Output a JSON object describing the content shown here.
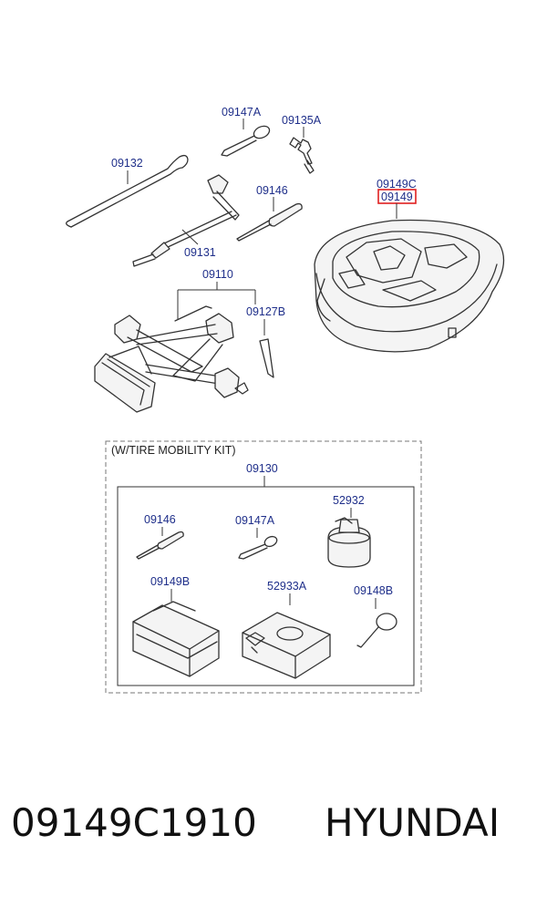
{
  "diagram": {
    "labels": {
      "p09147A_top": "09147A",
      "p09135A": "09135A",
      "p09132": "09132",
      "p09149C": "09149C",
      "p09149_hl": "09149",
      "p09146_top": "09146",
      "p09131": "09131",
      "p09110": "09110",
      "p09127B": "09127B",
      "p09130": "09130",
      "p09146_kit": "09146",
      "p09147A_kit": "09147A",
      "p52932": "52932",
      "p09149B": "09149B",
      "p52933A": "52933A",
      "p09148B": "09148B"
    },
    "kit_title": "(W/TIRE MOBILITY KIT)",
    "highlight_color": "#e02020",
    "label_color": "#1f2f8a"
  },
  "caption": {
    "part_number": "09149C1910",
    "brand": "HYUNDAI"
  }
}
